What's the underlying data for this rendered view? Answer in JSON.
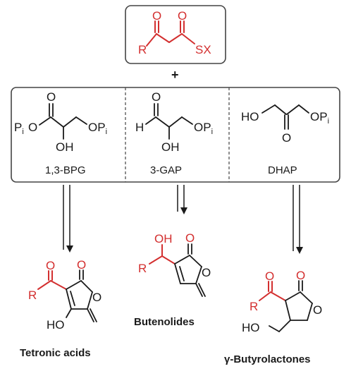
{
  "colors": {
    "highlight": "#d32f2f",
    "ink": "#1a1a1a",
    "box_stroke": "#444444"
  },
  "top_reagent": {
    "r_label": "R",
    "o_left": "O",
    "o_right": "O",
    "sx_label": "SX"
  },
  "plus_sign": "+",
  "substrates": [
    {
      "label": "1,3-BPG",
      "atoms": {
        "o_top": "O",
        "pi_left": "P",
        "pi_left_sub": "i",
        "o_ester": "O",
        "oh": "OH",
        "opi": "OP",
        "opi_sub": "i"
      }
    },
    {
      "label": "3-GAP",
      "atoms": {
        "o_top": "O",
        "h": "H",
        "oh": "OH",
        "opi": "OP",
        "opi_sub": "i"
      }
    },
    {
      "label": "DHAP",
      "atoms": {
        "ho": "HO",
        "o_mid": "O",
        "opi": "OP",
        "opi_sub": "i"
      }
    }
  ],
  "products": [
    {
      "name": "Tetronic acids",
      "atoms": {
        "o_acyl": "O",
        "r": "R",
        "o_exo": "O",
        "o_ring": "O",
        "ho": "HO"
      }
    },
    {
      "name": "Butenolides",
      "atoms": {
        "oh": "OH",
        "r": "R",
        "o_exo": "O",
        "o_ring": "O"
      }
    },
    {
      "name": "γ-Butyrolactones",
      "atoms": {
        "o_acyl": "O",
        "r": "R",
        "o_exo": "O",
        "o_ring": "O",
        "ho": "HO"
      }
    }
  ]
}
